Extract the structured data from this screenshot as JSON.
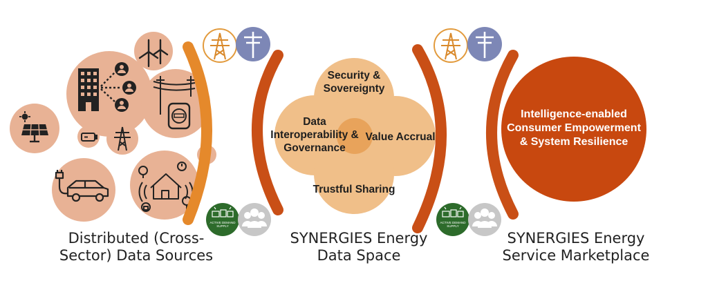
{
  "sections": {
    "sources": {
      "caption": "Distributed (Cross-\nSector) Data Sources",
      "icons": [
        "wind-turbine-icon",
        "building-network-icon",
        "power-line-meter-icon",
        "solar-panel-icon",
        "battery-icon",
        "transmission-tower-icon",
        "thermometer-icon",
        "electric-vehicle-icon",
        "smart-home-icon"
      ]
    },
    "dataspace": {
      "caption": "SYNERGIES Energy\nData Space",
      "petals": {
        "security": "Security &\nSovereignty",
        "interop": "Data\nInteroperability &\nGovernance",
        "value": "Value Accrual",
        "trust": "Trustful Sharing"
      }
    },
    "marketplace": {
      "caption": "SYNERGIES Energy\nService Marketplace",
      "label": "Intelligence-enabled\nConsumer Empowerment\n& System Resilience"
    }
  },
  "badges": {
    "active_demand_text": "ACTIVE DEMAND\nSUPPLY"
  },
  "colors": {
    "light_circle": "#e8b295",
    "arc_orange": "#e5892b",
    "arc_dark": "#c94f16",
    "petal": "#f0bf89",
    "petal_overlap": "#e8a35b",
    "market_circle": "#c8480f",
    "badge_gold": "#e29a3c",
    "badge_blue": "#7d87b6",
    "badge_green": "#2d6b2b",
    "badge_gray": "#c7c7c7"
  }
}
